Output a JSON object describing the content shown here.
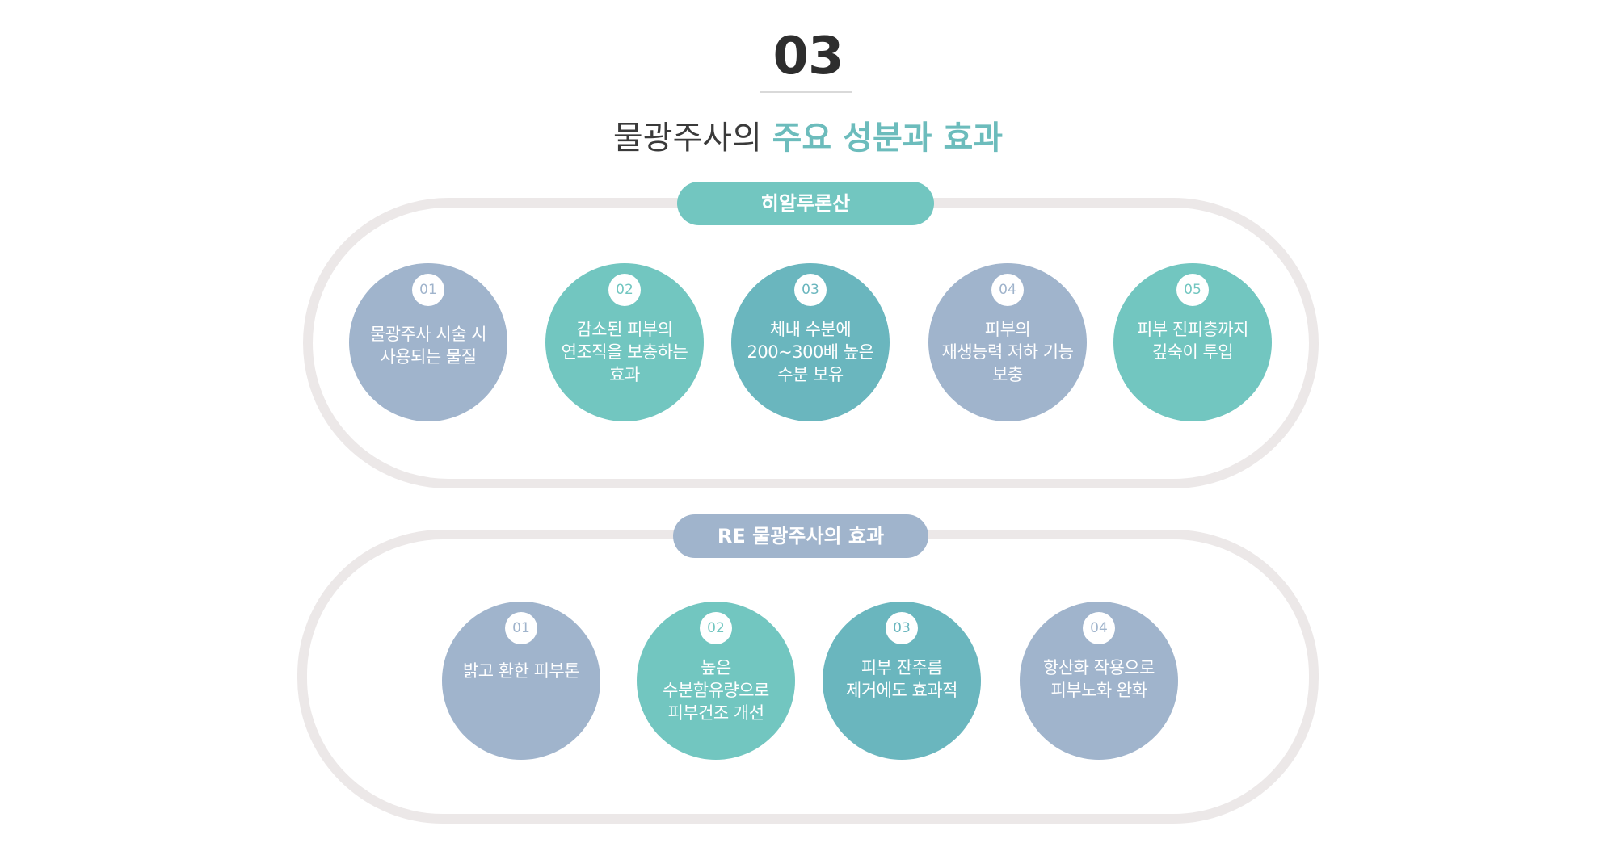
{
  "section_number": "03",
  "headline": {
    "prefix": "물광주사의 ",
    "highlight": "주요 성분과 효과"
  },
  "colors": {
    "slate": "#a0b4cc",
    "mint": "#72c6c0",
    "teal": "#6ab6be",
    "ring": "#ece8e8",
    "highlight": "#6cbcbc"
  },
  "groups": [
    {
      "title": "히알루론산",
      "items": [
        {
          "num": "01",
          "text": "물광주사 시술 시\n사용되는 물질",
          "color": "slate"
        },
        {
          "num": "02",
          "text": "감소된 피부의\n연조직을 보충하는\n효과",
          "color": "mint"
        },
        {
          "num": "03",
          "text": "체내 수분에\n200~300배 높은\n수분 보유",
          "color": "teal"
        },
        {
          "num": "04",
          "text": "피부의\n재생능력 저하 기능\n보충",
          "color": "slate"
        },
        {
          "num": "05",
          "text": "피부 진피층까지\n깊숙이 투입",
          "color": "mint"
        }
      ]
    },
    {
      "title": "RE 물광주사의 효과",
      "items": [
        {
          "num": "01",
          "text": "밝고 환한 피부톤",
          "color": "slate"
        },
        {
          "num": "02",
          "text": "높은\n수분함유량으로\n피부건조 개선",
          "color": "mint"
        },
        {
          "num": "03",
          "text": "피부 잔주름\n제거에도 효과적",
          "color": "teal"
        },
        {
          "num": "04",
          "text": "항산화 작용으로\n피부노화 완화",
          "color": "slate"
        }
      ]
    }
  ]
}
